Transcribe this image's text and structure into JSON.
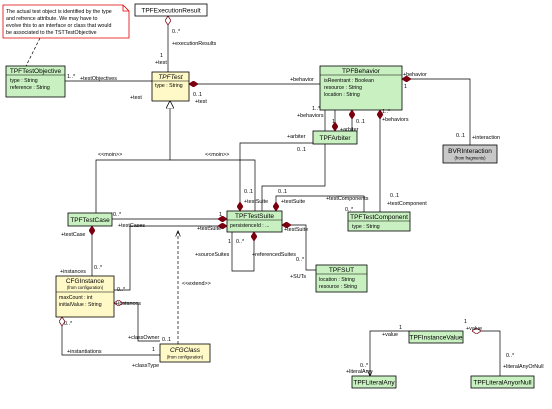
{
  "note": {
    "lines": [
      "The actual test object is identified by the type",
      "and refrence attribute. We may have to",
      "evolve this to an interface or class that would",
      "be associated to the TSTTestObjective"
    ]
  },
  "classes": {
    "execution_result": {
      "name": "TPFExecutionResult"
    },
    "test_objective": {
      "name": "TPFTestObjective",
      "attributes": [
        "type : String",
        "reference : String"
      ]
    },
    "test": {
      "name": "TPFTest",
      "attributes": [
        "type : String"
      ]
    },
    "behavior": {
      "name": "TPFBehavior",
      "attributes": [
        "isReentrant : Boolean",
        "resource : String",
        "location : String"
      ]
    },
    "arbiter": {
      "name": "TPFArbiter"
    },
    "bvr_interaction": {
      "name": "BVRInteraction",
      "subtitle": "(from fragments)"
    },
    "test_case": {
      "name": "TPFTestCase"
    },
    "test_suite": {
      "name": "TPFTestSuite",
      "attributes": [
        "persistenceId : ..."
      ]
    },
    "test_component": {
      "name": "TPFTestComponent",
      "attributes": [
        "type : String"
      ]
    },
    "sut": {
      "name": "TPFSUT",
      "attributes": [
        "location : String",
        "resource : String"
      ]
    },
    "cfg_instance": {
      "name": "CFGInstance",
      "subtitle": "(from configuration)",
      "attributes": [
        "maxCount : int",
        "initialValue : String"
      ]
    },
    "cfg_class": {
      "name": "CFGClass",
      "subtitle": "(from configuration)"
    },
    "instance_value": {
      "name": "TPFInstanceValue"
    },
    "literal_any": {
      "name": "TPFLiteralAny"
    },
    "literal_any_or_null": {
      "name": "TPFLiteralAnyorNull"
    }
  },
  "labels": {
    "exec_mult": "0..*",
    "exec_role": "+executionResults",
    "test_role_exec": "+test",
    "test_mult_exec": "1",
    "obj_mult": "1..*",
    "obj_role": "+testObjectives",
    "test_role_obj": "+test",
    "beh_role": "+behavior",
    "test_mult_beh": "0..1",
    "test_role_beh": "+test",
    "beh_self_role": "+behavior",
    "beh_self_mult": "1",
    "beh_self_mult2": "1..*",
    "beh_self_role2": "+behaviors",
    "beh_mult_behaviors": "1..*",
    "behaviors_role": "+behaviors",
    "arb_mult": "1",
    "arb_role": "+arbiter",
    "arb_mult2": "0..1",
    "arb_role2": "+arbiter",
    "arb_mult3": "0..1",
    "interaction_mult": "0..1",
    "interaction_role": "+interaction",
    "moin1": "<<moin>>",
    "moin2": "<<moin>>",
    "tc_mult": "0..*",
    "tc_role": "+testCases",
    "ts_mult_tc": "1",
    "tc_suite_role": "+testSuite",
    "ts_mult_a": "0..1",
    "ts_role_a": "+testSuite",
    "ts_mult_b": "0..1",
    "ts_role_b": "+testSuite",
    "comp_role": "+testComponents",
    "comp_mult": "0..*",
    "comp_mult2": "0..1",
    "comp_role2": "+testComponent",
    "ts_role_left": "+testSuite",
    "ts_mult_1": "1",
    "ts_mult_0": "0..*",
    "source_role": "+sourceSuites",
    "ref_role": "+referencedSuites",
    "ts_role_sut": "+testSuite",
    "sut_role": "+SUTs",
    "sut_mult": "0..*",
    "tc_case_role": "+testCase",
    "inst_mult": "0..*",
    "inst_role": "+instances",
    "inst_role2": "+instances",
    "inst_mult2": "0..*",
    "extend": "<<extend>>",
    "class_owner": "+classOwner",
    "co_mult": "0..1",
    "inst_mult3": "0..*",
    "instantiations_role": "+instantiations",
    "cfg_mult": "1",
    "classtype_role": "+classType",
    "iv_mult": "1",
    "value_role": "+value",
    "iv_mult2": "1",
    "value_role2": "+value",
    "la_mult": "0..*",
    "literal_any_role": "+literalAny",
    "lan_mult": "0..*",
    "literal_any_or_null_role": "+literalAnyOrNull"
  },
  "colors": {
    "class_fill": "#c8f0c0",
    "abstract_fill": "#fff9c8",
    "external_fill": "#c8c8c8",
    "note_fill": "#ffffff",
    "note_border": "#e00000"
  }
}
